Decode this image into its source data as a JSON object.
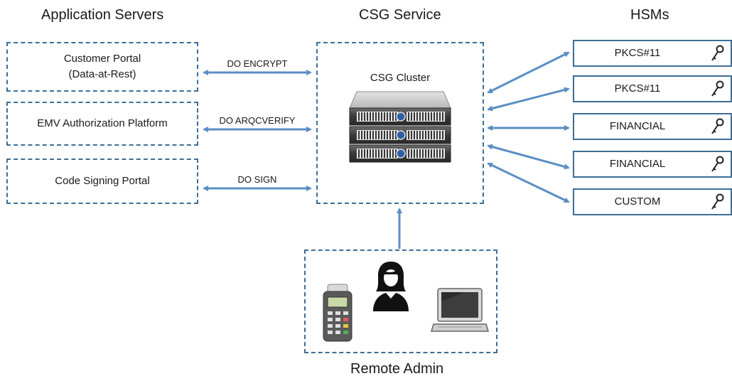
{
  "headings": {
    "app_servers": "Application Servers",
    "csg_service": "CSG Service",
    "hsms": "HSMs",
    "remote_admin": "Remote Admin"
  },
  "app_boxes": [
    {
      "line1": "Customer Portal",
      "line2": "(Data-at-Rest)"
    },
    {
      "line1": "EMV Authorization Platform"
    },
    {
      "line1": "Code Signing Portal"
    }
  ],
  "operations": {
    "encrypt": "DO ENCRYPT",
    "arqcverify": "DO ARQCVERIFY",
    "sign": "DO SIGN"
  },
  "cluster": {
    "title": "CSG Cluster"
  },
  "hsm_list": [
    "PKCS#11",
    "PKCS#11",
    "FINANCIAL",
    "FINANCIAL",
    "CUSTOM"
  ],
  "icons": {
    "server": "server-rack-icon",
    "key": "key-icon",
    "terminal": "payment-terminal-icon",
    "person": "admin-person-icon",
    "laptop": "laptop-icon"
  },
  "colors": {
    "accent": "#3d6e97",
    "arrow": "#5b8ec4"
  }
}
